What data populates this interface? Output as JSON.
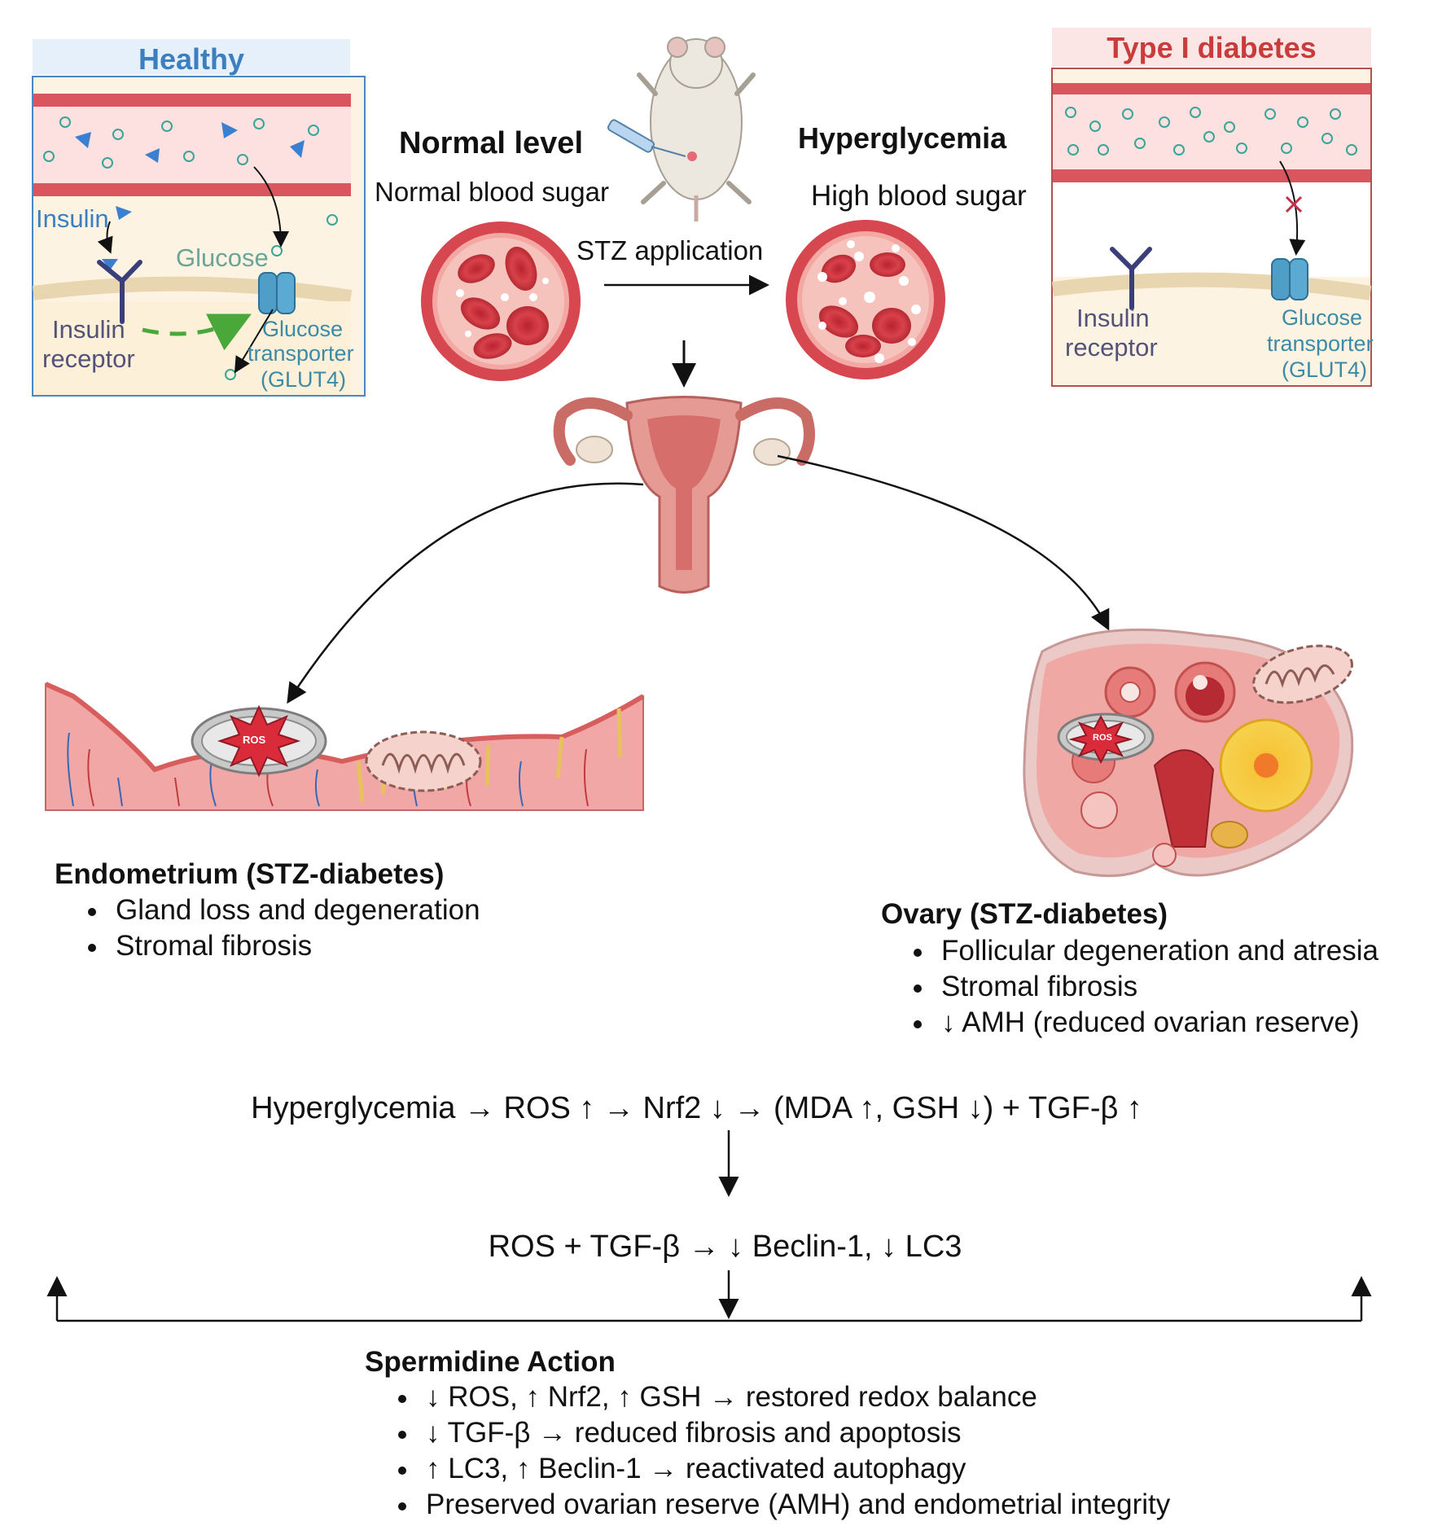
{
  "healthy_panel": {
    "title": "Healthy",
    "insulin_label": "Insulin",
    "glucose_label": "Glucose",
    "receptor_label": [
      "Insulin",
      "receptor"
    ],
    "transporter_label": [
      "Glucose",
      "transporter",
      "(GLUT4)"
    ],
    "colors": {
      "title": "#3b7fc0",
      "border": "#4a86c3",
      "header_bg": "#e6f0fb"
    }
  },
  "diabetes_panel": {
    "title": "Type I diabetes",
    "receptor_label": [
      "Insulin",
      "receptor"
    ],
    "transporter_label": [
      "Glucose",
      "transporter",
      "(GLUT4)"
    ],
    "colors": {
      "title": "#c83c3c",
      "border": "#b45050",
      "header_bg": "#fbe5e5"
    }
  },
  "center": {
    "normal_title": "Normal level",
    "normal_sub": "Normal blood sugar",
    "hyper_title": "Hyperglycemia",
    "hyper_sub": "High blood sugar",
    "stz_label": "STZ application"
  },
  "endometrium": {
    "title": "Endometrium (STZ-diabetes)",
    "items": [
      "Gland loss and degeneration",
      "Stromal fibrosis"
    ],
    "ros_label": "ROS"
  },
  "ovary": {
    "title": "Ovary (STZ-diabetes)",
    "items": [
      "Follicular degeneration and atresia",
      "Stromal fibrosis",
      "↓ AMH (reduced ovarian reserve)"
    ],
    "ros_label": "ROS"
  },
  "pathway": {
    "line1": "Hyperglycemia → ROS ↑ → Nrf2 ↓ → (MDA ↑, GSH ↓) + TGF-β ↑",
    "line2": "ROS + TGF-β → ↓ Beclin-1, ↓ LC3"
  },
  "spermidine": {
    "title": "Spermidine Action",
    "items": [
      "↓ ROS, ↑ Nrf2, ↑ GSH → restored redox balance",
      "↓ TGF-β → reduced fibrosis and apoptosis",
      "↑ LC3, ↑ Beclin-1 → reactivated autophagy",
      "Preserved ovarian reserve (AMH) and endometrial integrity"
    ]
  }
}
